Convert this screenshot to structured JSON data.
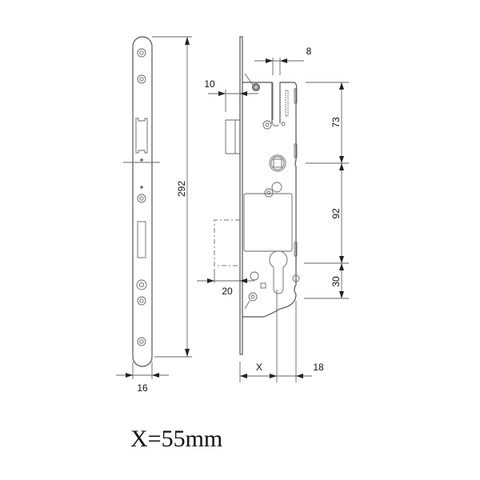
{
  "diagram": {
    "type": "mortise-lock-technical-drawing",
    "views": [
      {
        "name": "faceplate-front-view"
      },
      {
        "name": "lock-body-side-view"
      }
    ],
    "dimensions": {
      "faceplate_height": "292",
      "faceplate_width": "16",
      "latch_offset": "10",
      "top_offset": "8",
      "dim_73": "73",
      "dim_92": "92",
      "dim_30": "30",
      "bolt_throw": "20",
      "backset": "X",
      "cylinder_offset": "18"
    },
    "caption": "X=55mm",
    "colors": {
      "line": "#555555",
      "text": "#111111",
      "background": "#ffffff"
    }
  }
}
